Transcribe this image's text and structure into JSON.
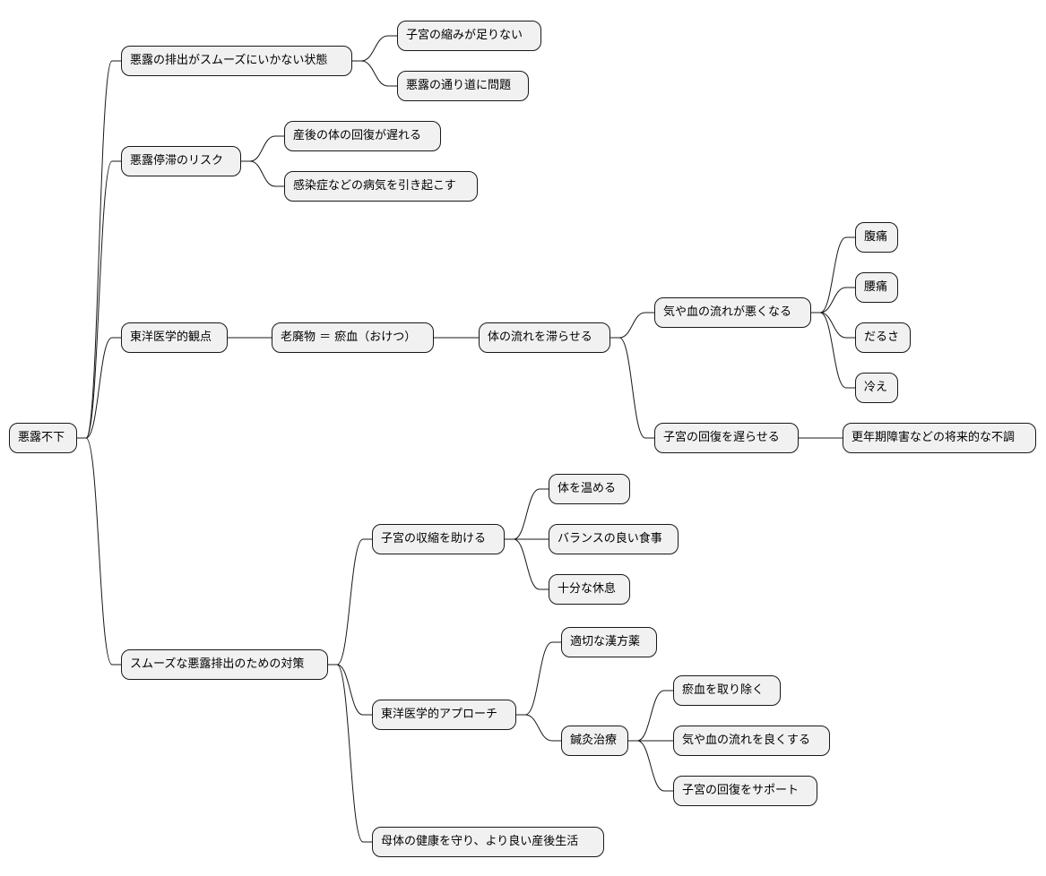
{
  "mindmap": {
    "root": "悪露不下",
    "branches": {
      "b1": {
        "label": "悪露の排出がスムーズにいかない状態",
        "children": [
          "子宮の縮みが足りない",
          "悪露の通り道に問題"
        ]
      },
      "b2": {
        "label": "悪露停滞のリスク",
        "children": [
          "産後の体の回復が遅れる",
          "感染症などの病気を引き起こす"
        ]
      },
      "b3": {
        "label": "東洋医学的観点",
        "waste": "老廃物 ＝ 瘀血（おけつ）",
        "flow": "体の流れを滞らせる",
        "qi": {
          "label": "気や血の流れが悪くなる",
          "children": [
            "腹痛",
            "腰痛",
            "だるさ",
            "冷え"
          ]
        },
        "uterus": {
          "label": "子宮の回復を遅らせる",
          "child": "更年期障害などの将来的な不調"
        }
      },
      "b4": {
        "label": "スムーズな悪露排出のための対策",
        "contraction": {
          "label": "子宮の収縮を助ける",
          "children": [
            "体を温める",
            "バランスの良い食事",
            "十分な休息"
          ]
        },
        "eastern": {
          "label": "東洋医学的アプローチ",
          "kampo": "適切な漢方薬",
          "acupuncture": {
            "label": "鍼灸治療",
            "children": [
              "瘀血を取り除く",
              "気や血の流れを良くする",
              "子宮の回復をサポート"
            ]
          }
        },
        "health": "母体の健康を守り、より良い産後生活"
      }
    }
  }
}
